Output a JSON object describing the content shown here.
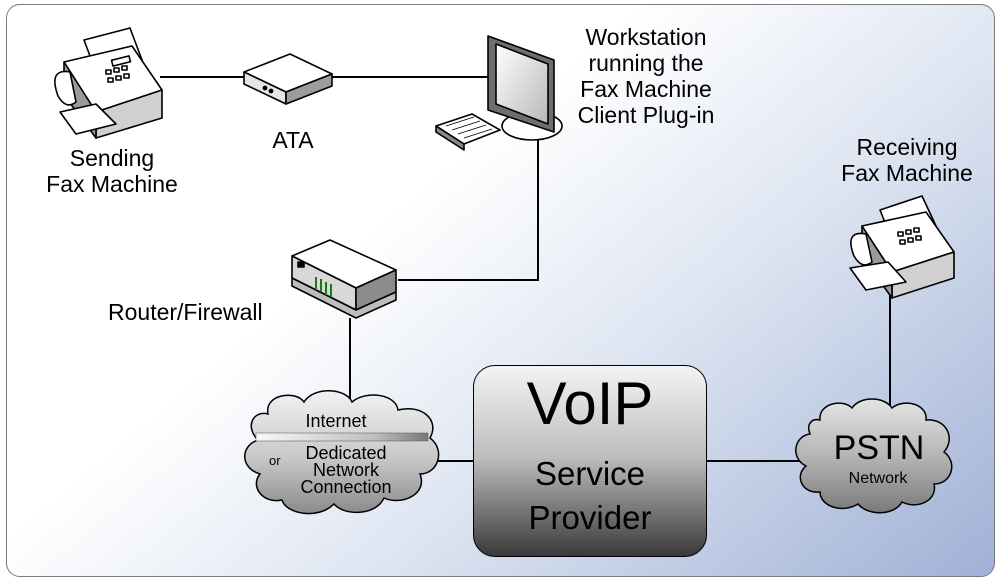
{
  "nodes": {
    "sending_fax": {
      "label_line1": "Sending",
      "label_line2": "Fax Machine"
    },
    "ata": {
      "label": "ATA"
    },
    "workstation": {
      "label_line1": "Workstation",
      "label_line2": "running the",
      "label_line3": "Fax Machine",
      "label_line4": "Client Plug-in"
    },
    "receiving_fax": {
      "label_line1": "Receiving",
      "label_line2": "Fax Machine"
    },
    "router": {
      "label": "Router/Firewall"
    },
    "internet_cloud": {
      "line1": "Internet",
      "or": "or",
      "line2": "Dedicated",
      "line3": "Network",
      "line4": "Connection"
    },
    "voip_box": {
      "title": "VoIP",
      "line1": "Service",
      "line2": "Provider"
    },
    "pstn_cloud": {
      "title": "PSTN",
      "subtitle": "Network"
    }
  }
}
